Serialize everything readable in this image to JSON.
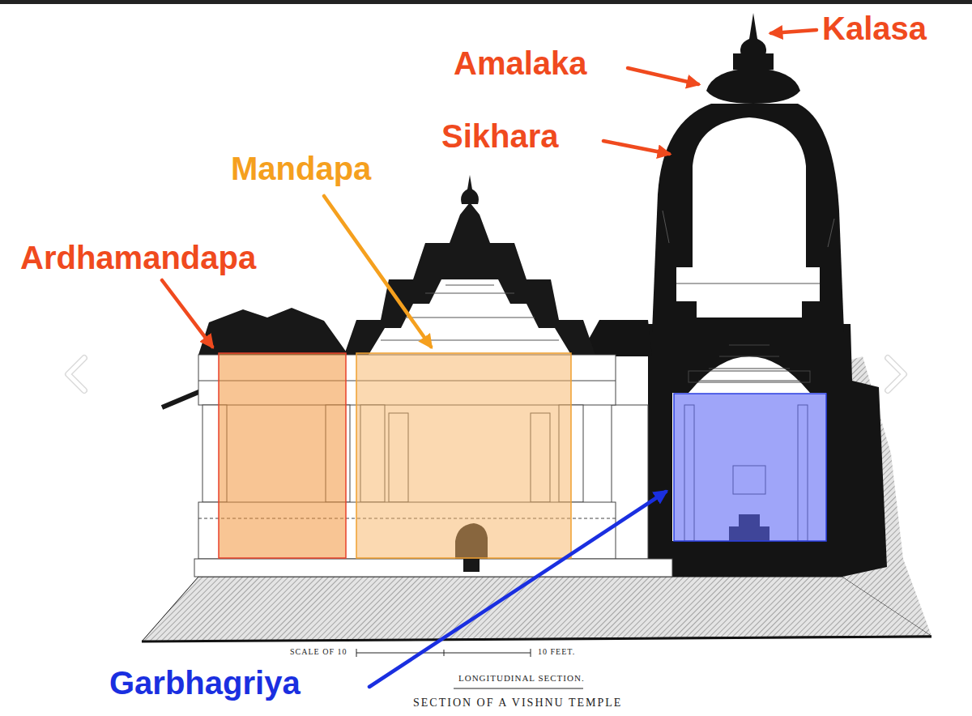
{
  "diagram": {
    "caption": "SECTION OF A VISHNU TEMPLE",
    "labels": [
      "Kalasa",
      "Amalaka",
      "Sikhara",
      "Mandapa",
      "Ardhamandapa",
      "Garbhagriya",
      "SCALE OF 10",
      "10 FEET.",
      "LONGITUDINAL SECTION."
    ]
  }
}
